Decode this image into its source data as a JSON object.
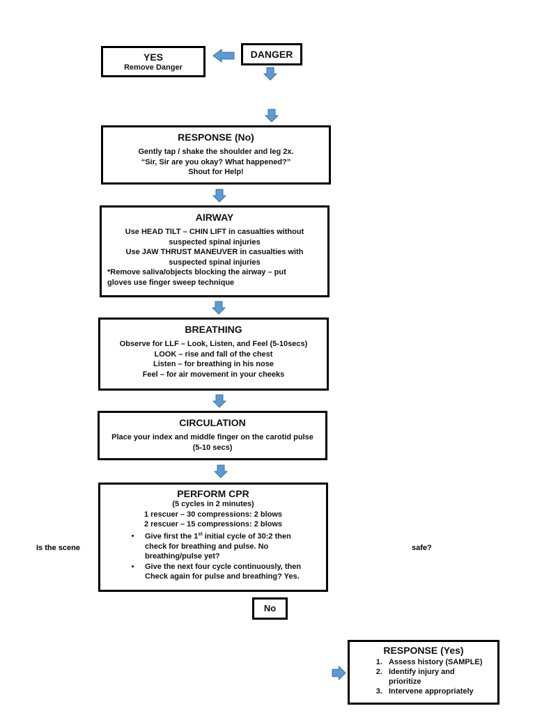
{
  "colors": {
    "arrow_fill": "#5b9bd5",
    "arrow_stroke": "#41719c",
    "border": "#000000"
  },
  "danger": {
    "title": "DANGER"
  },
  "yes_box": {
    "title": "YES",
    "text": "Remove Danger"
  },
  "response_no": {
    "title": "RESPONSE (No)",
    "lines": [
      "Gently tap / shake the shoulder and leg 2x.",
      "“Sir, Sir are you okay? What happened?”",
      "Shout for Help!"
    ]
  },
  "airway": {
    "title": "AIRWAY",
    "lines": [
      "Use HEAD TILT – CHIN LIFT in casualties without",
      "suspected spinal injuries",
      "Use JAW THRUST MANEUVER in casualties with",
      "suspected spinal injuries"
    ],
    "note_lines": [
      "*Remove saliva/objects blocking the airway – put",
      "gloves use finger sweep technique"
    ]
  },
  "breathing": {
    "title": "BREATHING",
    "lines": [
      "Observe for LLF – Look, Listen, and Feel (5-10secs)",
      "LOOK – rise and fall of the chest",
      "Listen – for breathing in his nose",
      "Feel – for air movement in your cheeks"
    ]
  },
  "circulation": {
    "title": "CIRCULATION",
    "lines": [
      "Place your index and middle finger on the carotid pulse",
      "(5-10 secs)"
    ]
  },
  "cpr": {
    "title": "PERFORM CPR",
    "lines": [
      "(5 cycles in 2 minutes)",
      "1 rescuer – 30 compressions: 2 blows",
      "2 rescuer – 15 compressions: 2 blows"
    ],
    "bullet1": {
      "before": "Give first the 1",
      "sup": "st",
      "after": " initial cycle of 30:2 then check for breathing and pulse. No breathing/pulse yet?"
    },
    "bullet2": "Give the next four cycle continuously, then Check again for pulse and breathing? Yes."
  },
  "no_box": {
    "label": "No"
  },
  "side_text": {
    "left": "Is the scene",
    "right": "safe?"
  },
  "response_yes": {
    "title": "RESPONSE (Yes)",
    "items": [
      "Assess history (SAMPLE)",
      "Identify injury and prioritize",
      "Intervene appropriately"
    ]
  }
}
